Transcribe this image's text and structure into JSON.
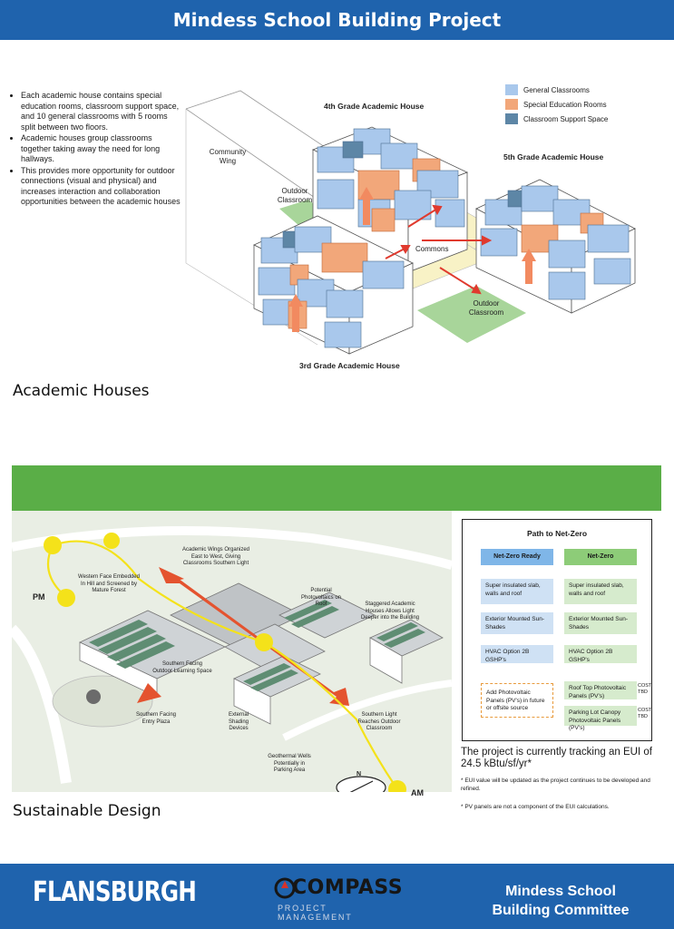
{
  "header": {
    "title": "Mindess School Building Project"
  },
  "academic": {
    "bullets": [
      "Each academic house contains special education rooms, classroom support space, and 10 general classrooms with 5 rooms split between two floors.",
      "Academic houses group classrooms together taking away the need for long hallways.",
      "This provides more opportunity for outdoor connections (visual and physical) and increases interaction and collaboration opportunities between the academic houses"
    ],
    "labels": {
      "house4": "4th Grade Academic House",
      "house5": "5th Grade Academic House",
      "house3": "3rd Grade Academic House",
      "community": "Community Wing",
      "outdoor1": "Outdoor Classroom",
      "commons": "Commons",
      "outdoor2": "Outdoor Classroom"
    },
    "legend": [
      {
        "label": "General Classrooms",
        "color": "#a9c8ec"
      },
      {
        "label": "Special Education Rooms",
        "color": "#f2a77a"
      },
      {
        "label": "Classroom Support Space",
        "color": "#5d86a6"
      }
    ],
    "section_title": "Academic Houses"
  },
  "sustainable": {
    "site_labels": {
      "pm": "PM",
      "am": "AM",
      "north": "N",
      "western": "Western Face Embedded In Hill and Screened by Mature Forest",
      "wings": "Academic Wings Organized East to West, Giving Classrooms Southern Light",
      "pv": "Potential Photovoltaics on Roof",
      "staggered": "Staggered Academic Houses Allows Light Deeper into the Building",
      "southern_learning": "Southern Facing Outdoor Learning Space",
      "entry": "Southern Facing Entry Plaza",
      "shading": "External Shading Devices",
      "southern_light": "Southern Light Reaches Outdoor Classroom",
      "geothermal": "Geothermal Wells Potentially in Parking Area"
    },
    "netzero": {
      "title": "Path to Net-Zero",
      "col_ready": "Net-Zero Ready",
      "col_zero": "Net-Zero",
      "ready_rows": [
        "Super insulated slab, walls and roof",
        "Exterior Mounted Sun-Shades",
        "HVAC Option 2B GSHP's"
      ],
      "zero_rows": [
        "Super insulated slab, walls and roof",
        "Exterior Mounted Sun-Shades",
        "HVAC Option 2B GSHP's"
      ],
      "ready_extra": "Add Photovoltaic Panels (PV's) in future or offsite source",
      "zero_extra": [
        {
          "label": "Roof Top Photovoltaic Panels (PV's)",
          "cost": "COST TBD"
        },
        {
          "label": "Parking Lot Canopy Photovoltaic Panels (PV's)",
          "cost": "COST TBD"
        }
      ]
    },
    "eui": "The project is currently tracking an EUI of 24.5 kBtu/sf/yr*",
    "note1": "* EUI value will be updated as the project continues to be developed and refined.",
    "note2": "* PV panels are not a component of the EUI calculations.",
    "section_title": "Sustainable Design"
  },
  "footer": {
    "flansburgh": "FLANSBURGH",
    "compass": "COMPASS",
    "compass_sub": "PROJECT MANAGEMENT",
    "committee": "Mindess School Building Committee"
  },
  "colors": {
    "brand_blue": "#1f63ad",
    "band_green": "#5aae47"
  }
}
